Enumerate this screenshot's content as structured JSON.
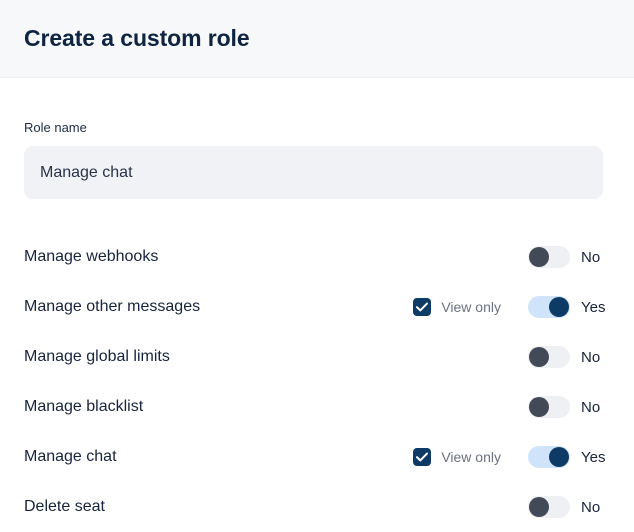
{
  "header": {
    "title": "Create a custom role"
  },
  "form": {
    "role_name": {
      "label": "Role name",
      "value": "Manage chat",
      "placeholder": "Role name"
    }
  },
  "permissions": {
    "view_only_label": "View only",
    "yes_label": "Yes",
    "no_label": "No",
    "rows": [
      {
        "label": "Manage webhooks",
        "has_view_only": false,
        "view_only_checked": false,
        "enabled": false,
        "state_label": "No"
      },
      {
        "label": "Manage other messages",
        "has_view_only": true,
        "view_only_checked": true,
        "view_only_label": "View only",
        "enabled": true,
        "state_label": "Yes"
      },
      {
        "label": "Manage global limits",
        "has_view_only": false,
        "view_only_checked": false,
        "enabled": false,
        "state_label": "No"
      },
      {
        "label": "Manage blacklist",
        "has_view_only": false,
        "view_only_checked": false,
        "enabled": false,
        "state_label": "No"
      },
      {
        "label": "Manage chat",
        "has_view_only": true,
        "view_only_checked": true,
        "view_only_label": "View only",
        "enabled": true,
        "state_label": "Yes"
      },
      {
        "label": "Delete seat",
        "has_view_only": false,
        "view_only_checked": false,
        "enabled": false,
        "state_label": "No"
      }
    ]
  },
  "colors": {
    "header_bg": "#f6f8fa",
    "title": "#0f2440",
    "input_bg": "#f0f2f5",
    "accent_navy": "#0d3b66",
    "toggle_on_track": "#cfe4fa",
    "toggle_off_track": "#eef0f3",
    "toggle_off_knob": "#434a57",
    "muted_text": "#6b7280"
  }
}
